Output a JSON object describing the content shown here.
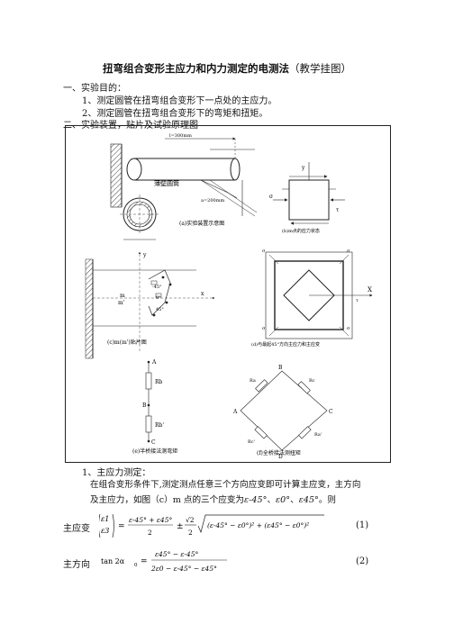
{
  "title": "扭弯组合变形主应力和内力测定的电测法",
  "title_note": "（教学挂图）",
  "sections": {
    "s1": "一、实验目的：",
    "s1_items": [
      "1、测定圆管在扭弯组合变形下一点处的主应力。",
      "2、测定圆管在扭弯组合变形下的弯矩和扭矩。"
    ],
    "s2": "二、实验装置，贴片及试验原理图"
  },
  "figure": {
    "cap_a": "(a)实验装置示意图",
    "cap_b": "(b)m点的应力状态",
    "cap_c": "(c)m(m')贴片图",
    "cap_d": "(d)与最起45°方向主应力和主应变",
    "cap_e": "(e)半桥接法测弯矩",
    "cap_f": "(f)全桥接法测扭矩",
    "label_tube": "薄壁圆筒",
    "label_dim": "l=300mm",
    "label_dim2": "a=200mm",
    "strain_labels": [
      "-45°",
      "0°",
      "45°"
    ],
    "point_m": "m",
    "point_m2": "m'",
    "bridge_e": {
      "A": "A",
      "B": "B",
      "C": "C",
      "R1": "Rb",
      "R2": "Rb'"
    },
    "bridge_f": {
      "A": "A",
      "B": "B",
      "C": "C",
      "D": "D",
      "R1": "Ra",
      "R2": "Rc",
      "R3": "Ra'",
      "R4": "Rc'"
    },
    "axis_x": "x",
    "axis_y": "y",
    "axis_X": "X",
    "sigma": "σ",
    "tau": "τ"
  },
  "body": {
    "p1": "1、主应力测定：",
    "p2": "在组合变形条件下,测定测点任意三个方向应变即可计算主应变，主方向",
    "p3_a": "及主应力，如图（c）m 点的三个应变为",
    "p3_b": "、",
    "p3_c": "、",
    "p3_d": "。则",
    "eps_m45": "ε-45°",
    "eps_0": "ε0°",
    "eps_45": "ε45°"
  },
  "equations": {
    "label1": "主应变",
    "num1": "(1)",
    "label2": "主方向",
    "num2": "(2)",
    "tan": "tan 2α",
    "sub0": "0",
    "eps1": "ε1",
    "eps3": "ε3",
    "eq1_num": "ε-45° + ε45°",
    "eq1_den": "2",
    "eq1_pm": "±",
    "eq1_sqrt2": "√2",
    "eq1_rad": "(ε-45° − ε0°)² + (ε45° − ε0°)²",
    "eq2_num": "ε45° − ε-45°",
    "eq2_den": "2ε0 − ε-45° − ε45°"
  }
}
